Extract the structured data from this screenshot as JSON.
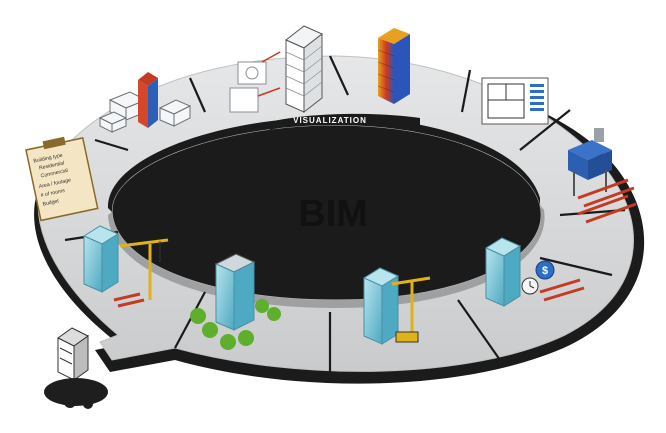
{
  "diagram": {
    "center_title": "BIM",
    "ring_label": "VISUALIZATION",
    "checklist": {
      "lines": [
        "Building type",
        "Residential",
        "Commercial",
        "Area / footage",
        "# of rooms",
        "Budget"
      ]
    },
    "colors": {
      "ring_top": "#d8dadb",
      "ring_edge": "#1b1b1b",
      "ring_highlight": "#eeeeee",
      "accent_red": "#c43b22",
      "accent_blue": "#2d6fc4",
      "glass": "#7ec7d9",
      "tree_green": "#5fae2e",
      "crane_yellow": "#e0b21a"
    }
  }
}
